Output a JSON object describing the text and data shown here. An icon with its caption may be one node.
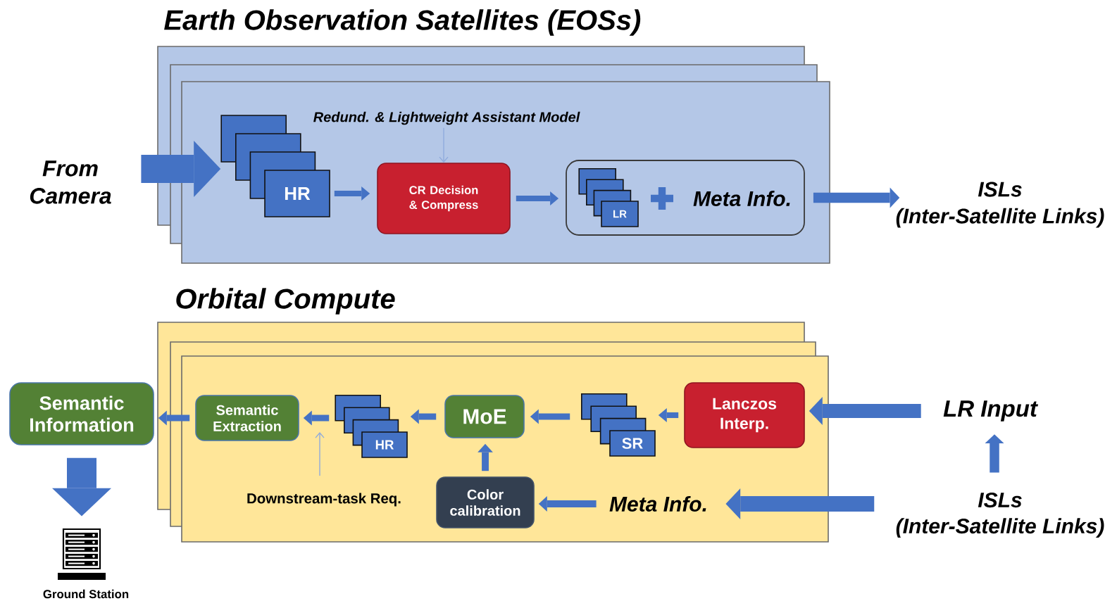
{
  "diagram": {
    "nodes": [
      {
        "text": [
          "Earth Observation Satellites (EOSs)"
        ]
      },
      {
        "text": [
          "From Camera"
        ]
      },
      {
        "text": [
          "HR"
        ],
        "in": 0
      },
      {
        "text": [
          "Redund. & Lightweight Assistant Model"
        ],
        "in": 0
      },
      {
        "text": [
          "CR Decision & Compress"
        ],
        "in": 0
      },
      {
        "text": [
          "Meta Info."
        ],
        "in": 0
      },
      {
        "text": [
          "LR"
        ],
        "in": 5
      },
      {
        "text": [
          "ISLs",
          "(Inter-Satellite Links)"
        ]
      },
      {
        "text": [
          "Orbital Compute"
        ]
      },
      {
        "text": [
          "Lanczos Interp."
        ],
        "in": 8
      },
      {
        "text": [
          "SR"
        ],
        "in": 8
      },
      {
        "text": [
          "MoE"
        ],
        "in": 8
      },
      {
        "text": [
          "HR"
        ],
        "in": 8
      },
      {
        "text": [
          "Semantic Extraction"
        ],
        "in": 8
      },
      {
        "text": [
          "Downstream-task Req."
        ],
        "in": 8
      },
      {
        "text": [
          "Color calibration"
        ],
        "in": 8
      },
      {
        "text": [
          "Meta Info."
        ],
        "in": 8
      },
      {
        "text": [
          "Semantic Information"
        ]
      },
      {
        "text": [],
        "shape": "picture",
        "beside": [
          "Ground Station"
        ]
      },
      {
        "text": [
          "LR Input"
        ]
      },
      {
        "text": [
          "ISLs",
          "(Inter-Satellite Links)"
        ]
      }
    ],
    "edges": [
      {
        "from": 1,
        "to": 2,
        "arrow": "to",
        "style": "thick"
      },
      {
        "from": 2,
        "to": 4,
        "arrow": "to"
      },
      {
        "from": 3,
        "to": 4,
        "arrow": "to",
        "color": "#8faadc"
      },
      {
        "from": 4,
        "to": 5,
        "arrow": "to"
      },
      {
        "from": 5,
        "to": 7,
        "arrow": "to"
      },
      {
        "from": 19,
        "to": 9,
        "arrow": "to",
        "style": "thick"
      },
      {
        "from": 20,
        "to": 19,
        "arrow": "to"
      },
      {
        "from": 20,
        "to": 16,
        "arrow": "to",
        "style": "thick"
      },
      {
        "from": 16,
        "to": 15,
        "arrow": "to"
      },
      {
        "from": 15,
        "to": 11,
        "arrow": "to"
      },
      {
        "from": 9,
        "to": 10,
        "arrow": "to"
      },
      {
        "from": 10,
        "to": 11,
        "arrow": "to"
      },
      {
        "from": 11,
        "to": 12,
        "arrow": "to"
      },
      {
        "from": 12,
        "to": 13,
        "arrow": "to"
      },
      {
        "from": 13,
        "to": 17,
        "arrow": "to"
      },
      {
        "from": 17,
        "to": 18,
        "arrow": "to",
        "style": "thick"
      },
      {
        "from": 14,
        "to": null,
        "arrow": "to",
        "color": "#8faadc"
      }
    ]
  }
}
